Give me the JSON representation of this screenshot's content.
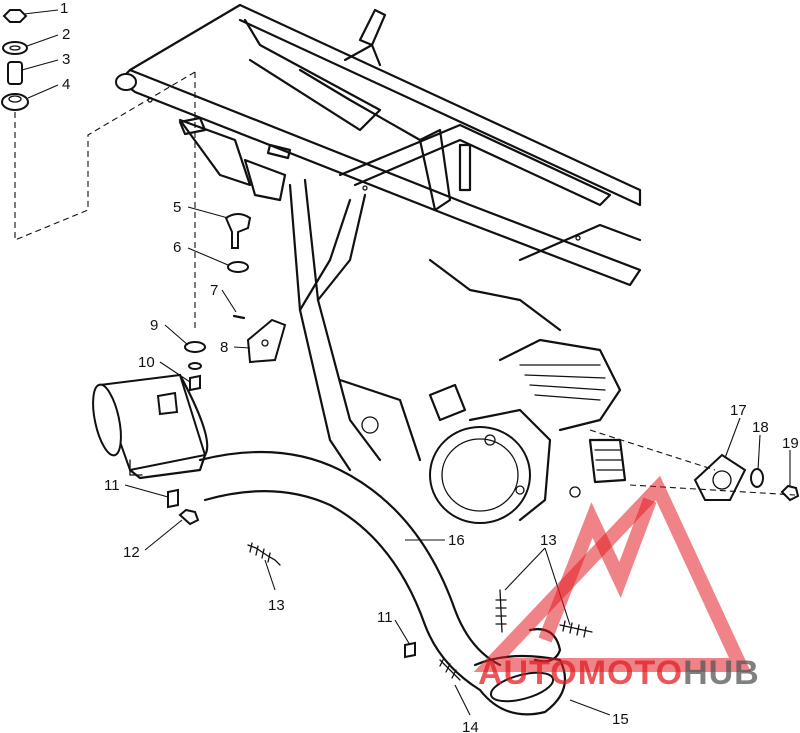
{
  "callouts": [
    {
      "id": "1",
      "label": "1"
    },
    {
      "id": "2",
      "label": "2"
    },
    {
      "id": "3",
      "label": "3"
    },
    {
      "id": "4",
      "label": "4"
    },
    {
      "id": "5",
      "label": "5"
    },
    {
      "id": "6",
      "label": "6"
    },
    {
      "id": "7",
      "label": "7"
    },
    {
      "id": "8",
      "label": "8"
    },
    {
      "id": "9",
      "label": "9"
    },
    {
      "id": "10",
      "label": "10"
    },
    {
      "id": "11a",
      "label": "11"
    },
    {
      "id": "12",
      "label": "12"
    },
    {
      "id": "13a",
      "label": "13"
    },
    {
      "id": "16",
      "label": "16"
    },
    {
      "id": "13b",
      "label": "13"
    },
    {
      "id": "11b",
      "label": "11"
    },
    {
      "id": "14",
      "label": "14"
    },
    {
      "id": "15",
      "label": "15"
    },
    {
      "id": "17",
      "label": "17"
    },
    {
      "id": "18",
      "label": "18"
    },
    {
      "id": "19",
      "label": "19"
    }
  ],
  "watermark": {
    "part1": "AUTOMOTO",
    "part2": "HUB",
    "color_red": "#e31e24",
    "color_gray": "#555555"
  }
}
